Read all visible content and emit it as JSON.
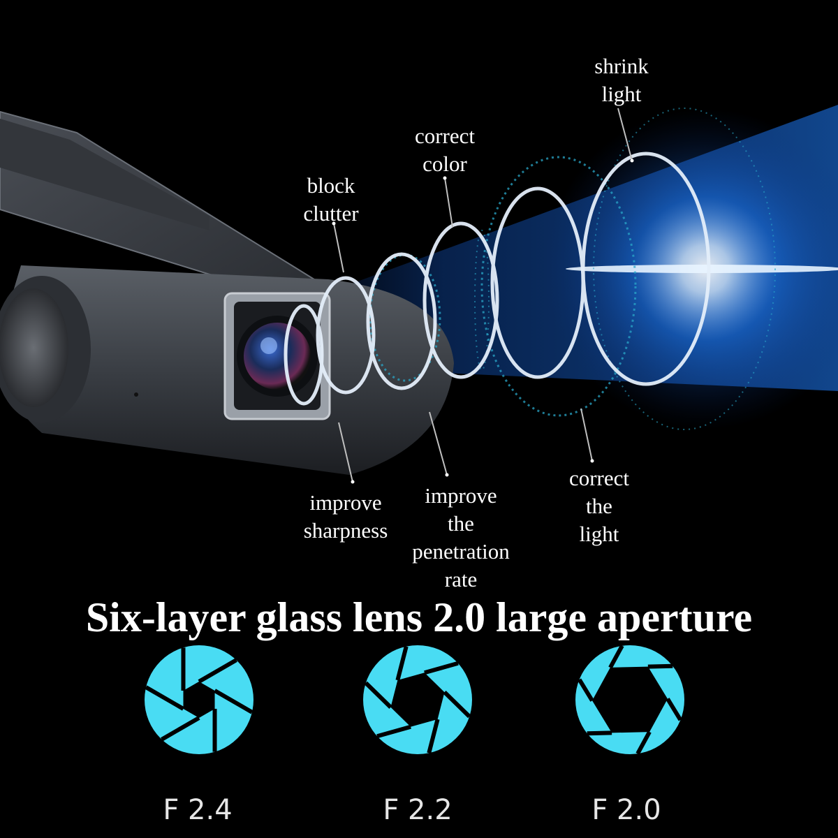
{
  "headline": "Six-layer glass lens 2.0 large aperture",
  "callouts": {
    "shrink_light": [
      "shrink",
      "light"
    ],
    "correct_color": [
      "correct",
      "color"
    ],
    "block_clutter": [
      "block",
      "clutter"
    ],
    "improve_sharpness": [
      "improve",
      "sharpness"
    ],
    "improve_penetration": [
      "improve",
      "the",
      "penetration",
      "rate"
    ],
    "correct_the_light": [
      "correct",
      "the",
      "light"
    ]
  },
  "apertures": [
    {
      "label": "F 2.4",
      "blades": 6,
      "opening": "small"
    },
    {
      "label": "F 2.2",
      "blades": 6,
      "opening": "medium"
    },
    {
      "label": "F 2.0",
      "blades": 6,
      "opening": "large"
    }
  ],
  "colors": {
    "background": "#000000",
    "aperture": "#49dcf3",
    "light_beam": "#1f7fff",
    "text": "#ffffff"
  },
  "icons": [
    "dash-camera-icon",
    "camera-lens-icon",
    "lens-element-icon",
    "aperture-icon"
  ]
}
